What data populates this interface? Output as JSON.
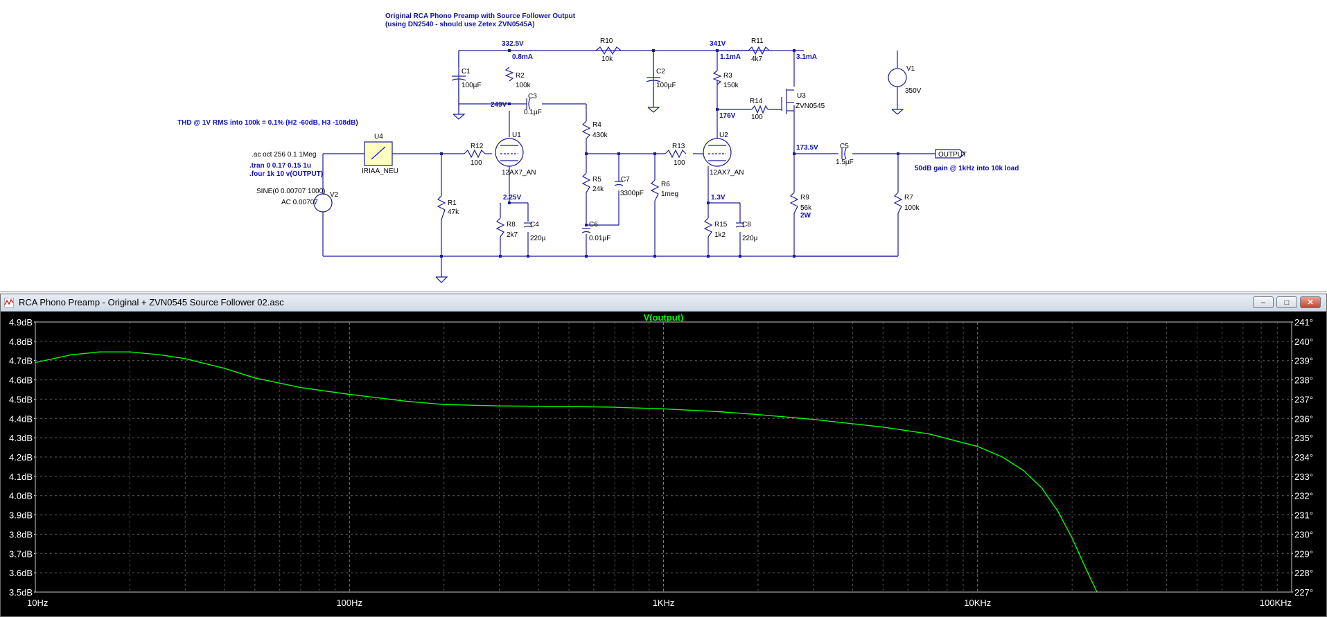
{
  "schematic": {
    "title_line1": "Original RCA Phono Preamp with Source Follower Output",
    "title_line2": "(using DN2540 - should use Zetex ZVN0545A)",
    "thd_note": "THD @ 1V RMS into 100k = 0.1% (H2 -60dB, H3 -108dB)",
    "gain_note": "50dB gain @ 1kHz into 10k load",
    "directive_ac": ".ac oct 256 0.1 1Meg",
    "directive_tran": ".tran 0 0.17 0.15 1u",
    "directive_four": ".four 1k 10 v(OUTPUT)",
    "v2_sine": "SINE(0 0.00707 1000)",
    "v2_ac": "AC 0.00707",
    "output_label": "OUTPUT",
    "components": {
      "C1": {
        "name": "C1",
        "value": "100µF"
      },
      "C2": {
        "name": "C2",
        "value": "100µF"
      },
      "C3": {
        "name": "C3",
        "value": "0.1µF"
      },
      "C4": {
        "name": "C4",
        "value": "220µ"
      },
      "C5": {
        "name": "C5",
        "value": "1.5µF"
      },
      "C6": {
        "name": "C6",
        "value": "0.01µF"
      },
      "C7": {
        "name": "C7",
        "value": "3300pF"
      },
      "C8": {
        "name": "C8",
        "value": "220µ"
      },
      "R1": {
        "name": "R1",
        "value": "47k"
      },
      "R2": {
        "name": "R2",
        "value": "100k"
      },
      "R3": {
        "name": "R3",
        "value": "150k"
      },
      "R4": {
        "name": "R4",
        "value": "430k"
      },
      "R5": {
        "name": "R5",
        "value": "24k"
      },
      "R6": {
        "name": "R6",
        "value": "1meg"
      },
      "R7": {
        "name": "R7",
        "value": "100k"
      },
      "R8": {
        "name": "R8",
        "value": "2k7"
      },
      "R9": {
        "name": "R9",
        "value": "56k",
        "extra": "2W"
      },
      "R10": {
        "name": "R10",
        "value": "10k"
      },
      "R11": {
        "name": "R11",
        "value": "4k7"
      },
      "R12": {
        "name": "R12",
        "value": "100"
      },
      "R13": {
        "name": "R13",
        "value": "100"
      },
      "R14": {
        "name": "R14",
        "value": "100"
      },
      "R15": {
        "name": "R15",
        "value": "1k2"
      },
      "U1": {
        "name": "U1",
        "value": "12AX7_AN"
      },
      "U2": {
        "name": "U2",
        "value": "12AX7_AN"
      },
      "U3": {
        "name": "U3",
        "value": "ZVN0545"
      },
      "U4": {
        "name": "U4",
        "value": "IRIAA_NEU"
      },
      "V1": {
        "name": "V1",
        "value": "350V"
      },
      "V2": {
        "name": "V2"
      }
    },
    "node_labels": {
      "n332": "332.5V",
      "i08": "0.8mA",
      "n341": "341V",
      "i11": "1.1mA",
      "i31": "3.1mA",
      "n249": "249V",
      "n176": "176V",
      "n1735": "173.5V",
      "n225": "2.25V",
      "n13": "1.3V"
    },
    "colors": {
      "wire": "#1a1aa0",
      "node_label": "#1010b8",
      "block_fill": "#ffffc0"
    }
  },
  "plot_window": {
    "title": "RCA Phono Preamp - Original + ZVN0545 Source Follower 02.asc",
    "buttons": {
      "minimize": "‒",
      "maximize": "□",
      "close": "✕"
    }
  },
  "chart_data": {
    "type": "line",
    "title": "V(output)",
    "x_scale": "log",
    "x_ticks": [
      "10Hz",
      "100Hz",
      "1KHz",
      "10KHz",
      "100KHz"
    ],
    "x_range": [
      10,
      100000
    ],
    "y_left_ticks": [
      "4.9dB",
      "4.8dB",
      "4.7dB",
      "4.6dB",
      "4.5dB",
      "4.4dB",
      "4.3dB",
      "4.2dB",
      "4.1dB",
      "4.0dB",
      "3.9dB",
      "3.8dB",
      "3.7dB",
      "3.6dB",
      "3.5dB"
    ],
    "y_right_ticks": [
      "241°",
      "240°",
      "239°",
      "238°",
      "237°",
      "236°",
      "235°",
      "234°",
      "233°",
      "232°",
      "231°",
      "230°",
      "229°",
      "228°",
      "227°"
    ],
    "ylim": [
      3.5,
      4.9
    ],
    "grid": true,
    "trace_color": "#00ff00",
    "series": [
      {
        "name": "V(output)",
        "x": [
          10,
          13,
          16,
          20,
          25,
          30,
          40,
          50,
          70,
          100,
          150,
          200,
          300,
          500,
          700,
          1000,
          1500,
          2000,
          3000,
          5000,
          7000,
          10000,
          12000,
          14000,
          16000,
          18000,
          20000,
          22000,
          24000
        ],
        "y": [
          4.69,
          4.73,
          4.745,
          4.745,
          4.73,
          4.71,
          4.66,
          4.61,
          4.56,
          4.525,
          4.49,
          4.472,
          4.465,
          4.462,
          4.458,
          4.45,
          4.435,
          4.42,
          4.395,
          4.355,
          4.32,
          4.255,
          4.2,
          4.13,
          4.04,
          3.92,
          3.78,
          3.63,
          3.5
        ]
      }
    ]
  }
}
